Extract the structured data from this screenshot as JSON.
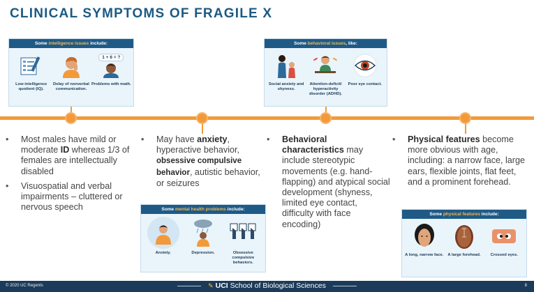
{
  "title": "CLINICAL SYMPTOMS OF FRAGILE X",
  "cards": {
    "intelligence": {
      "head_pre": "Some ",
      "head_hl": "intelligence issues",
      "head_post": " include:",
      "items": [
        {
          "caption": "Low intelligence quotient (IQ).",
          "icon": "checklist-pencil-icon"
        },
        {
          "caption": "Delay of nonverbal communication.",
          "icon": "person-thinking-icon"
        },
        {
          "caption": "Problems with math.",
          "icon": "math-problem-icon",
          "equation": "1 + 6 = ?"
        }
      ]
    },
    "behavioral": {
      "head_pre": "Some ",
      "head_hl": "behavioral issues",
      "head_post": ", like:",
      "items": [
        {
          "caption": "Social anxiety and shyness.",
          "icon": "shy-child-icon"
        },
        {
          "caption": "Attention-deficit/ hyperactivity disorder (ADHD).",
          "icon": "adhd-desk-icon"
        },
        {
          "caption": "Poor eye contact.",
          "icon": "eye-icon"
        }
      ]
    },
    "mental": {
      "head_pre": "Some ",
      "head_hl": "mental health problems",
      "head_post": " include:",
      "items": [
        {
          "caption": "Anxiety.",
          "icon": "anxious-person-icon"
        },
        {
          "caption": "Depression.",
          "icon": "rain-cloud-person-icon"
        },
        {
          "caption": "Obsessive compulsive behaviors.",
          "icon": "repeated-hands-icon"
        }
      ]
    },
    "physical": {
      "head_pre": "Some ",
      "head_hl": "physical features",
      "head_post": " include:",
      "items": [
        {
          "caption": "A long, narrow face.",
          "icon": "long-face-icon"
        },
        {
          "caption": "A large forehead.",
          "icon": "large-forehead-icon"
        },
        {
          "caption": "Crossed eyes.",
          "icon": "crossed-eyes-icon"
        }
      ]
    }
  },
  "columns": {
    "col1": {
      "b1_pre": "Most males have mild or moderate ",
      "b1_bold": "ID",
      "b1_post": " whereas 1/3 of females are intellectually disabled",
      "b2": "Visuospatial and verbal impairments – cluttered or nervous speech"
    },
    "col2": {
      "pre": "May have ",
      "bold1": "anxiety",
      "mid1": ", hyperactive behavior, ",
      "bold2": "obsessive compulsive behavior",
      "post": ", autistic behavior, or seizures"
    },
    "col3": {
      "bold": "Behavioral characteristics",
      "post": " may include stereotypic movements (e.g. hand-flapping) and atypical social development (shyness, limited eye contact, difficulty with face encoding)"
    },
    "col4": {
      "bold": "Physical features",
      "post": " become more obvious with age, including: a narrow face, large ears, flexible joints, flat feet, and a prominent forehead."
    }
  },
  "footer": {
    "copyright": "© 2020 UC Regents",
    "uci": "UCI",
    "school": " School of Biological Sciences",
    "page": "8"
  },
  "colors": {
    "title": "#1a5a84",
    "accent_orange": "#f29a3a",
    "card_header": "#1f5a86",
    "highlight": "#f8b84e",
    "footer_bg": "#1c3a59"
  }
}
